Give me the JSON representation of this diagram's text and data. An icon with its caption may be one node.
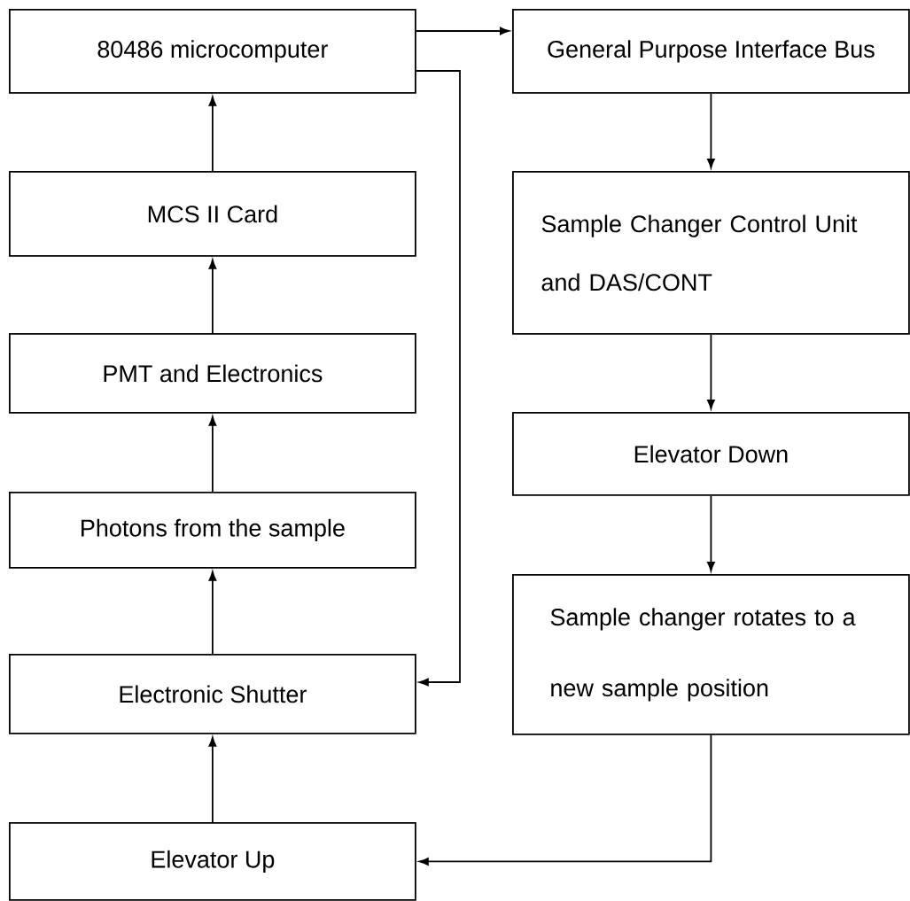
{
  "diagram": {
    "nodes": [
      {
        "text": [
          "80486 microcomputer"
        ]
      },
      {
        "text": [
          "General Purpose Interface Bus"
        ]
      },
      {
        "text": [
          "MCS II Card"
        ]
      },
      {
        "text": [
          "Sample Changer Control Unit and DAS/CONT"
        ]
      },
      {
        "text": [
          "PMT and Electronics"
        ]
      },
      {
        "text": [
          "Elevator Down"
        ]
      },
      {
        "text": [
          "Photons from the sample"
        ]
      },
      {
        "text": [
          "Sample changer rotates to a new sample position"
        ]
      },
      {
        "text": [
          "Electronic Shutter"
        ]
      },
      {
        "text": [
          "Elevator Up"
        ]
      }
    ],
    "edges": [
      {
        "from": 0,
        "to": 1,
        "arrow": "to"
      },
      {
        "from": 0,
        "to": 8,
        "arrow": "to"
      },
      {
        "from": 2,
        "to": 0,
        "arrow": "to"
      },
      {
        "from": 4,
        "to": 2,
        "arrow": "to"
      },
      {
        "from": 6,
        "to": 4,
        "arrow": "to"
      },
      {
        "from": 8,
        "to": 6,
        "arrow": "to"
      },
      {
        "from": 9,
        "to": 8,
        "arrow": "to"
      },
      {
        "from": 1,
        "to": 3,
        "arrow": "to"
      },
      {
        "from": 3,
        "to": 5,
        "arrow": "to"
      },
      {
        "from": 5,
        "to": 7,
        "arrow": "to"
      },
      {
        "from": 7,
        "to": 9,
        "arrow": "to"
      }
    ]
  }
}
